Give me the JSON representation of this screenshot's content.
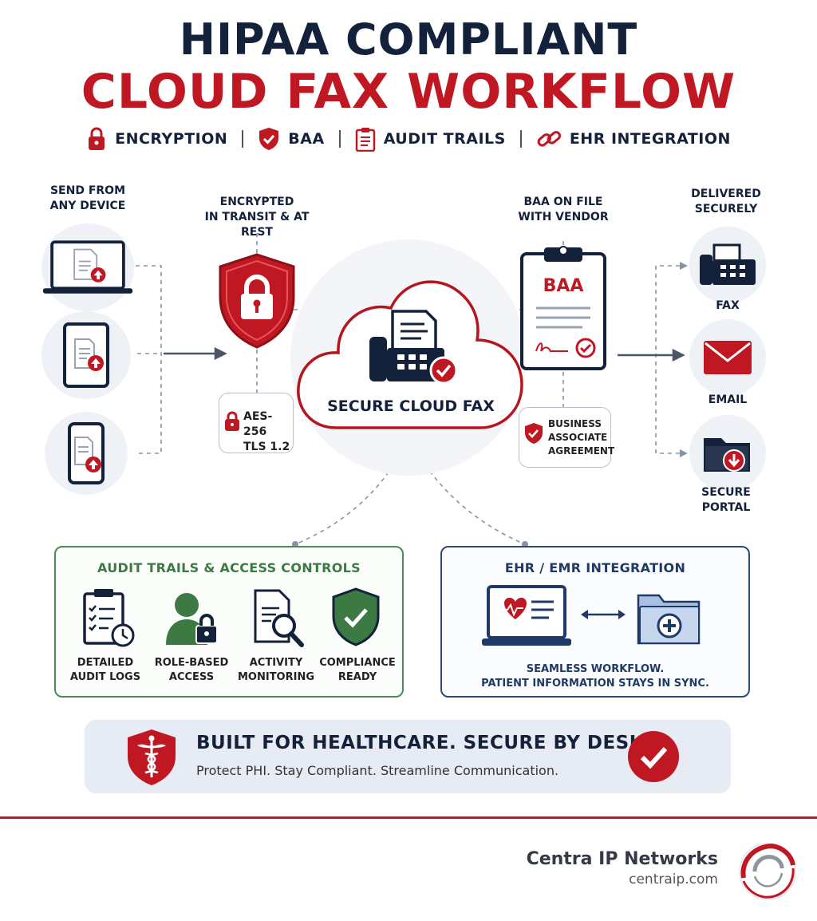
{
  "header": {
    "title_line1": "HIPAA COMPLIANT",
    "title_line2": "CLOUD FAX WORKFLOW",
    "features": [
      "ENCRYPTION",
      "BAA",
      "AUDIT TRAILS",
      "EHR INTEGRATION"
    ]
  },
  "flow": {
    "send_label": "SEND FROM\nANY DEVICE",
    "encrypted_label": "ENCRYPTED\nIN TRANSIT & AT REST",
    "encryption_spec": "AES-256\nTLS 1.2",
    "cloud_label": "SECURE CLOUD FAX",
    "baa_label": "BAA ON FILE\nWITH VENDOR",
    "baa_doc_text": "BAA",
    "baa_badge": "BUSINESS\nASSOCIATE\nAGREEMENT",
    "delivered_label": "DELIVERED\nSECURELY",
    "outputs": [
      "FAX",
      "EMAIL",
      "SECURE\nPORTAL"
    ]
  },
  "audit": {
    "title": "AUDIT TRAILS & ACCESS CONTROLS",
    "items": [
      "DETAILED\nAUDIT LOGS",
      "ROLE-BASED\nACCESS",
      "ACTIVITY\nMONITORING",
      "COMPLIANCE\nREADY"
    ]
  },
  "ehr": {
    "title": "EHR / EMR INTEGRATION",
    "caption": "SEAMLESS WORKFLOW.\nPATIENT INFORMATION STAYS IN SYNC."
  },
  "banner": {
    "headline": "BUILT FOR HEALTHCARE. SECURE BY DESIGN.",
    "subline": "Protect PHI. Stay Compliant. Streamline Communication."
  },
  "brand": {
    "name": "Centra IP Networks",
    "url": "centraip.com"
  },
  "colors": {
    "navy": "#14213a",
    "red": "#c01822",
    "green": "#4f8a55",
    "blue": "#2d4a7a"
  }
}
